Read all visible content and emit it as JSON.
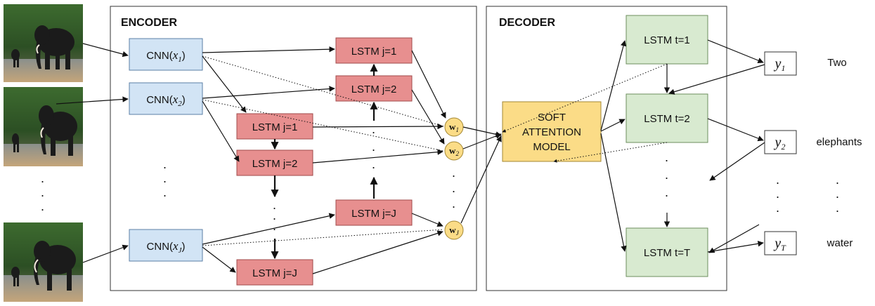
{
  "encoder": {
    "title": "ENCODER",
    "cnn": [
      {
        "label": "CNN(",
        "var": "x",
        "sub": "1",
        "close": ")"
      },
      {
        "label": "CNN(",
        "var": "x",
        "sub": "2",
        "close": ")"
      },
      {
        "label": "CNN(",
        "var": "x",
        "sub": "J",
        "close": ")"
      }
    ],
    "lstm_fwd": [
      "LSTM j=1",
      "LSTM j=2",
      "LSTM j=J"
    ],
    "lstm_bwd": [
      "LSTM j=1",
      "LSTM j=2",
      "LSTM j=J"
    ],
    "weights": [
      {
        "sym": "w",
        "sub": "1"
      },
      {
        "sym": "w",
        "sub": "2"
      },
      {
        "sym": "w",
        "sub": "J"
      }
    ]
  },
  "attention": {
    "lines": [
      "SOFT",
      "ATTENTION",
      "MODEL"
    ]
  },
  "decoder": {
    "title": "DECODER",
    "lstm": [
      "LSTM t=1",
      "LSTM t=2",
      "LSTM t=T"
    ],
    "outputs": [
      {
        "var": "y",
        "sub": "1",
        "word": "Two"
      },
      {
        "var": "y",
        "sub": "2",
        "word": "elephants"
      },
      {
        "var": "y",
        "sub": "T",
        "word": "water"
      }
    ]
  },
  "frames": [
    {
      "icon": "elephant-frame-icon"
    },
    {
      "icon": "elephant-frame-icon"
    },
    {
      "icon": "elephant-frame-icon"
    }
  ],
  "colors": {
    "cnn_fill": "#d2e4f5",
    "lstm_enc_fill": "#e78f8f",
    "attention_fill": "#fbdc87",
    "lstm_dec_fill": "#d8ead0",
    "weight_fill": "#fbdc87"
  }
}
